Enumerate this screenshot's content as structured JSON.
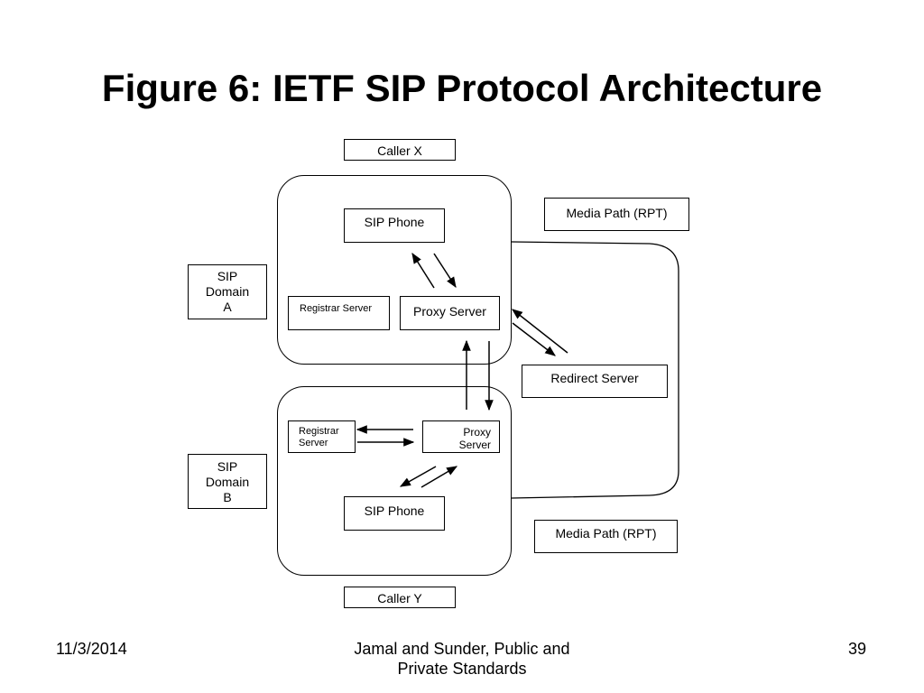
{
  "title": "Figure 6: IETF SIP Protocol Architecture",
  "nodes": {
    "caller_x": "Caller X",
    "caller_y": "Caller Y",
    "sip_phone_a": "SIP Phone",
    "registrar_a": "Registrar Server",
    "proxy_a": "Proxy Server",
    "domain_a": [
      "SIP",
      "Domain",
      "A"
    ],
    "redirect": "Redirect Server",
    "media_top": "Media Path (RPT)",
    "media_bottom": "Media Path (RPT)",
    "registrar_b": [
      "Registrar",
      "Server"
    ],
    "proxy_b": [
      "Proxy",
      "Server"
    ],
    "sip_phone_b": "SIP Phone",
    "domain_b": [
      "SIP",
      "Domain",
      "B"
    ]
  },
  "footer": {
    "date": "11/3/2014",
    "authors": "Jamal and Sunder, Public and",
    "authors_line2": "Private Standards",
    "page": "39"
  }
}
